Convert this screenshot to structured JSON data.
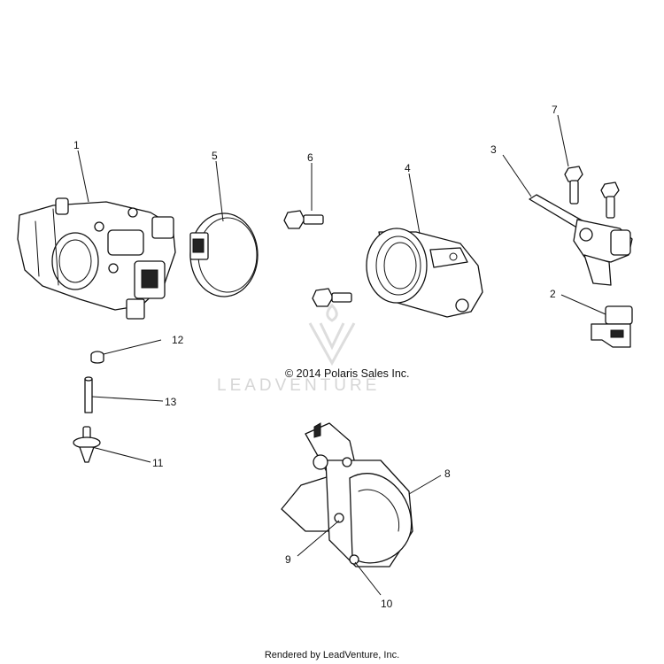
{
  "diagram": {
    "copyright": "© 2014 Polaris Sales Inc.",
    "watermark": "LEADVENTURE",
    "footer": "Rendered by LeadVenture, Inc.",
    "callouts": {
      "c1": "1",
      "c2": "2",
      "c3": "3",
      "c4": "4",
      "c5": "5",
      "c6": "6",
      "c7": "7",
      "c8": "8",
      "c9": "9",
      "c10": "10",
      "c11": "11",
      "c12": "12",
      "c13": "13"
    }
  }
}
